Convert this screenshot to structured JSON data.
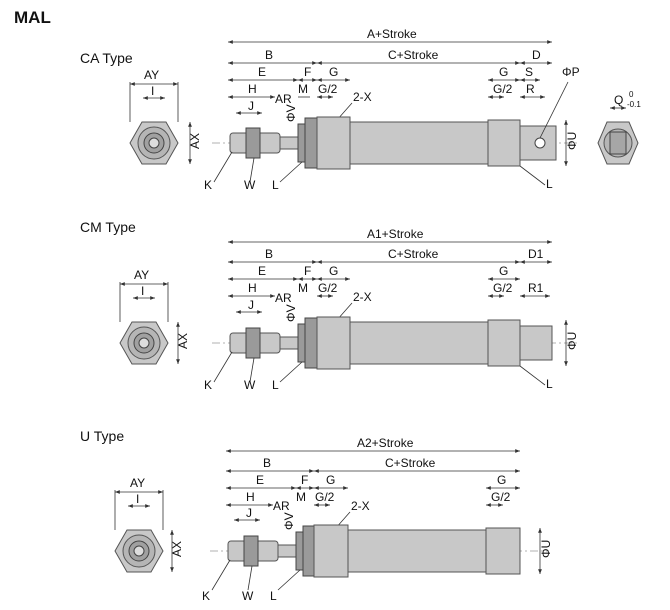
{
  "title": "MAL",
  "sections": [
    {
      "name": "CA Type",
      "labels": {
        "total": "A+Stroke",
        "B": "B",
        "C": "C+Stroke",
        "D": "D",
        "E": "E",
        "F": "F",
        "G_left": "G",
        "G_right": "G",
        "S": "S",
        "P": "ΦP",
        "Q": "Q",
        "Q_tol_top": "0",
        "Q_tol_bot": "-0.1",
        "H": "H",
        "M": "M",
        "G2_left": "G/2",
        "G2_right": "G/2",
        "X": "2-X",
        "J": "J",
        "AR": "AR",
        "R": "R",
        "V": "ΦV",
        "U": "ΦU",
        "L_right": "L",
        "K": "K",
        "W": "W",
        "L_left": "L",
        "AY": "AY",
        "I": "I",
        "AX": "AX"
      }
    },
    {
      "name": "CM Type",
      "labels": {
        "total": "A1+Stroke",
        "B": "B",
        "C": "C+Stroke",
        "D": "D1",
        "E": "E",
        "F": "F",
        "G_left": "G",
        "G_right": "G",
        "H": "H",
        "M": "M",
        "G2_left": "G/2",
        "G2_right": "G/2",
        "X": "2-X",
        "J": "J",
        "AR": "AR",
        "R": "R1",
        "V": "ΦV",
        "U": "ΦU",
        "L_right": "L",
        "K": "K",
        "W": "W",
        "L_left": "L",
        "AY": "AY",
        "I": "I",
        "AX": "AX"
      }
    },
    {
      "name": "U Type",
      "labels": {
        "total": "A2+Stroke",
        "B": "B",
        "C": "C+Stroke",
        "E": "E",
        "F": "F",
        "G_left": "G",
        "G_right": "G",
        "H": "H",
        "M": "M",
        "G2_left": "G/2",
        "G2_right": "G/2",
        "X": "2-X",
        "J": "J",
        "AR": "AR",
        "V": "ΦV",
        "U": "ΦU",
        "K": "K",
        "W": "W",
        "L_left": "L",
        "AY": "AY",
        "I": "I",
        "AX": "AX"
      }
    }
  ]
}
